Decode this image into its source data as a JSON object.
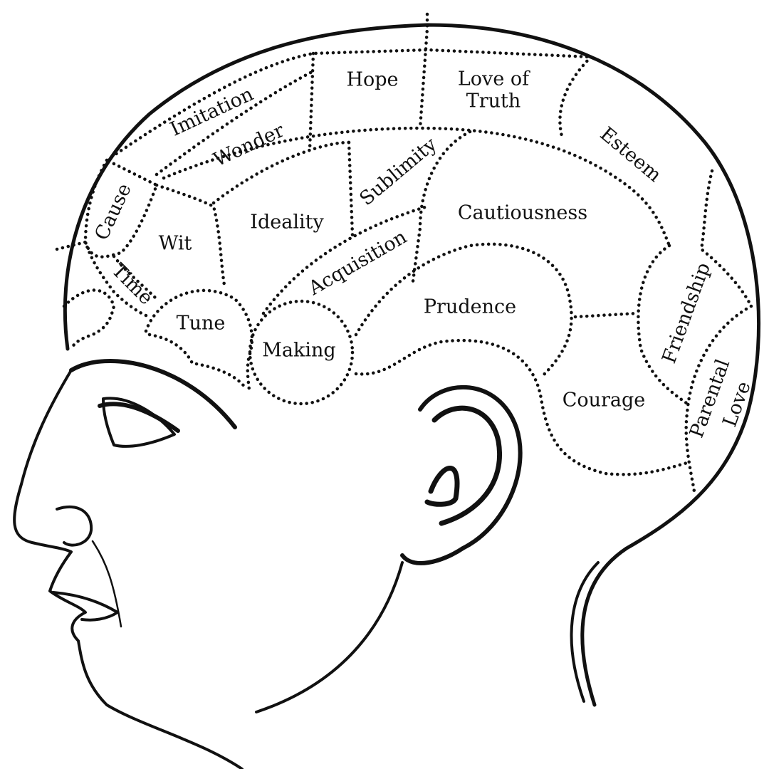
{
  "title": "Phrenology head",
  "regions": {
    "imitation": "Imitation",
    "hope": "Hope",
    "love_of_truth_1": "Love of",
    "love_of_truth_2": "Truth",
    "wonder": "Wonder",
    "esteem": "Esteem",
    "cause": "Cause",
    "sublimity": "Sublimity",
    "cautiousness": "Cautiousness",
    "ideality": "Ideality",
    "wit": "Wit",
    "acquisition": "Acquisition",
    "time": "Time",
    "friendship": "Friendship",
    "tune": "Tune",
    "prudence": "Prudence",
    "making": "Making",
    "parental_love_1": "Parental",
    "parental_love_2": "Love",
    "courage": "Courage"
  }
}
